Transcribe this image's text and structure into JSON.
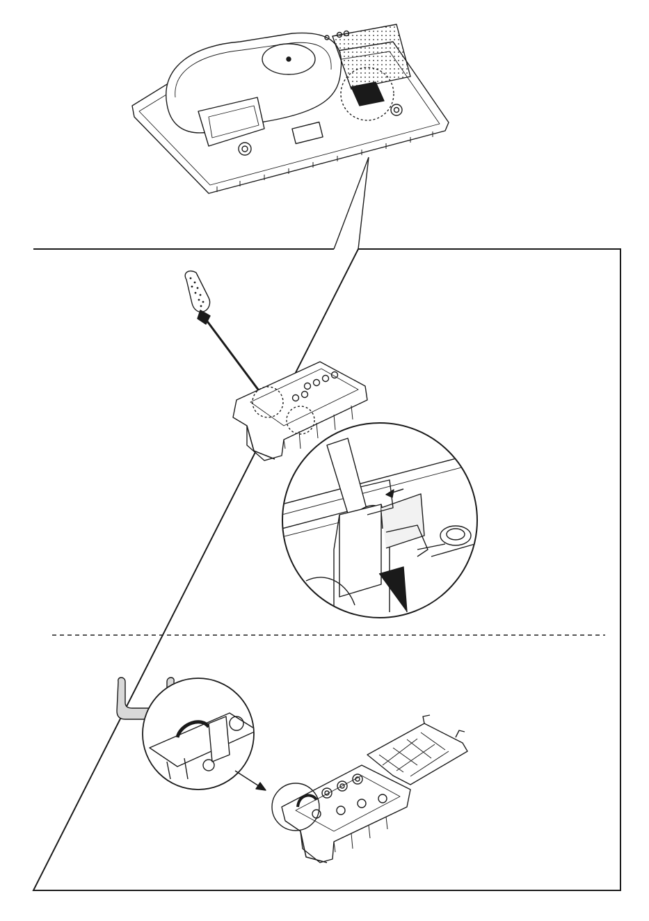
{
  "document": {
    "type": "installation-manual-page",
    "text_elements": [],
    "figures": [
      {
        "id": "hob-underside",
        "icon": "appliance-underside-icon",
        "callout": "terminal-box-detail"
      },
      {
        "id": "terminal-cover-removal",
        "icon": "screwdriver-icon",
        "action": "release-clips"
      },
      {
        "id": "clip-detail",
        "icon": "zoom-detail-icon",
        "arrow": "push-direction"
      },
      {
        "id": "bridge-insertion",
        "icon": "wire-bridge-icon",
        "action": "insert-bridge"
      }
    ],
    "colors": {
      "ink": "#1a1a1a",
      "paper": "#ffffff",
      "light-fill": "#f2f2f2",
      "bridge-fill": "#d9d9d9"
    }
  }
}
